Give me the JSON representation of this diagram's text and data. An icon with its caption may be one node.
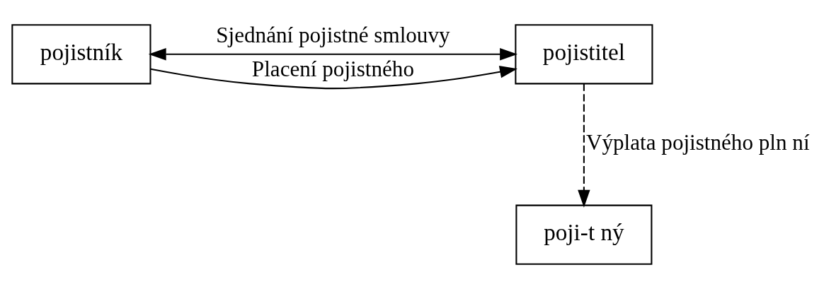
{
  "diagram": {
    "nodes": [
      {
        "text": [
          "pojistník"
        ]
      },
      {
        "text": [
          "pojistitel"
        ]
      },
      {
        "text": [
          "poji-t ný"
        ]
      }
    ],
    "edges": [
      {
        "from": 0,
        "to": 1,
        "arrow": "both",
        "label": "Sjednání pojistné smlouvy"
      },
      {
        "from": 0,
        "to": 1,
        "arrow": "to",
        "label": "Placení pojistného"
      },
      {
        "from": 1,
        "to": 2,
        "arrow": "to",
        "style": "dashed",
        "label": "Výplata pojistného pln ní"
      }
    ]
  }
}
